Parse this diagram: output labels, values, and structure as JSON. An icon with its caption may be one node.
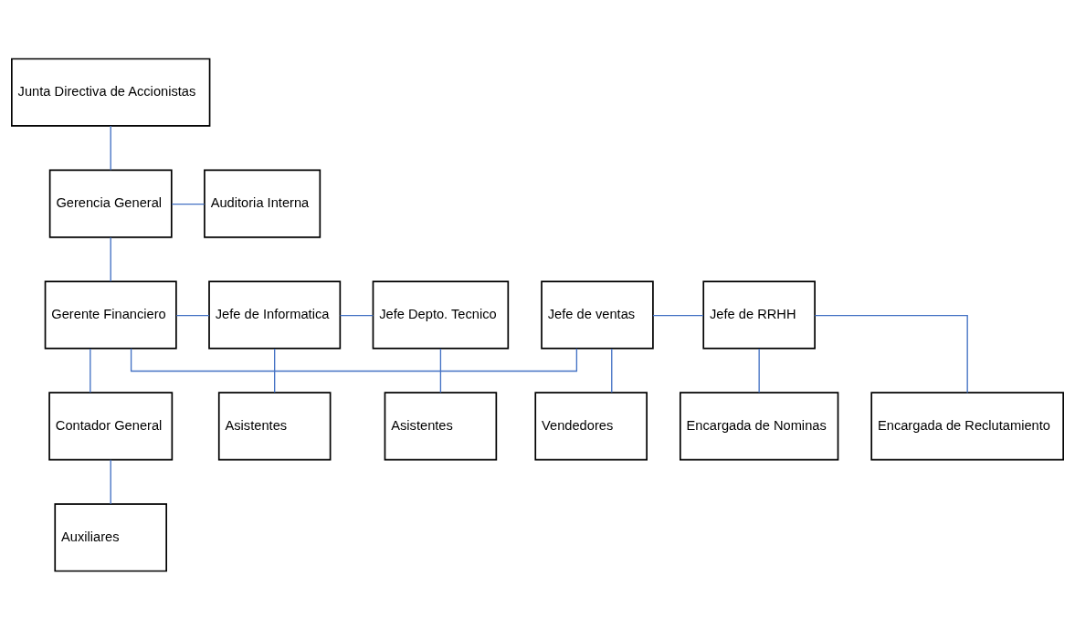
{
  "diagram": {
    "nodes": [
      {
        "text": [
          "Junta Directiva de Accionistas"
        ]
      },
      {
        "text": [
          "Auditoria Interna"
        ]
      },
      {
        "text": [
          "Gerencia General"
        ]
      },
      {
        "text": [
          "Jefe de RRHH"
        ]
      },
      {
        "text": [
          "Jefe de ventas"
        ]
      },
      {
        "text": [
          "Gerente Financiero"
        ]
      },
      {
        "text": [
          "Jefe de Informatica"
        ]
      },
      {
        "text": [
          "Jefe Depto. Tecnico"
        ]
      },
      {
        "text": [
          "Encargada de Nominas"
        ]
      },
      {
        "text": [
          "Encargada de Reclutamiento"
        ]
      },
      {
        "text": [
          "Vendedores"
        ]
      },
      {
        "text": [
          "Contador General"
        ]
      },
      {
        "text": [
          "Asistentes"
        ]
      },
      {
        "text": [
          "Asistentes"
        ]
      },
      {
        "text": [
          "Auxiliares"
        ]
      }
    ],
    "edges": [
      {
        "from": 0,
        "to": 2,
        "arrow": "none"
      },
      {
        "from": 2,
        "to": 1,
        "arrow": "none"
      },
      {
        "from": 2,
        "to": 5,
        "arrow": "none"
      },
      {
        "from": 5,
        "to": 4,
        "arrow": "none"
      },
      {
        "from": 4,
        "to": 3,
        "arrow": "none"
      },
      {
        "from": 5,
        "to": 6,
        "arrow": "none"
      },
      {
        "from": 6,
        "to": 7,
        "arrow": "none"
      },
      {
        "from": 3,
        "to": 8,
        "arrow": "none"
      },
      {
        "from": 3,
        "to": 9,
        "arrow": "none"
      },
      {
        "from": 4,
        "to": 10,
        "arrow": "none"
      },
      {
        "from": 5,
        "to": 11,
        "arrow": "none"
      },
      {
        "from": 6,
        "to": 12,
        "arrow": "none"
      },
      {
        "from": 7,
        "to": 13,
        "arrow": "none"
      },
      {
        "from": 11,
        "to": 14,
        "arrow": "none"
      }
    ]
  }
}
